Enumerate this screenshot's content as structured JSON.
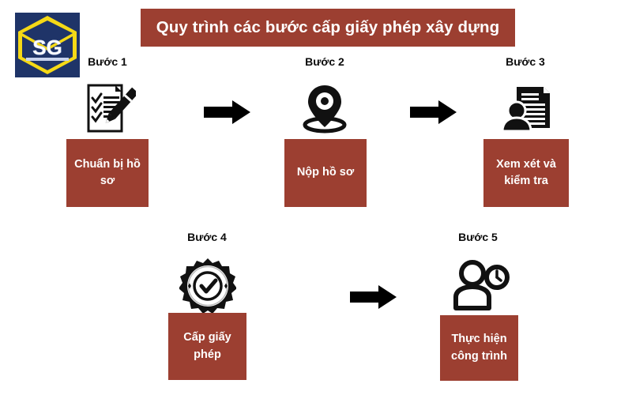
{
  "meta": {
    "background_color": "#ffffff",
    "accent_color": "#9c3f31",
    "arrow_color": "#000000",
    "label_color": "#0b0b0b",
    "box_text_color": "#ffffff"
  },
  "logo": {
    "name": "SG",
    "text": "SG",
    "background_color": "#1f3468",
    "shape_color": "#f5d916"
  },
  "header": {
    "title": "Quy trình các bước cấp giấy phép xây dựng"
  },
  "steps": [
    {
      "label": "Bước 1",
      "icon": "checklist-pencil-icon",
      "box_text": "Chuẩn bị hồ sơ"
    },
    {
      "label": "Bước 2",
      "icon": "location-pin-icon",
      "box_text": "Nộp hồ sơ"
    },
    {
      "label": "Bước 3",
      "icon": "document-review-person-icon",
      "box_text": "Xem xét và kiểm tra"
    },
    {
      "label": "Bước 4",
      "icon": "certificate-seal-check-icon",
      "box_text": "Cấp giấy phép"
    },
    {
      "label": "Bước 5",
      "icon": "person-clock-icon",
      "box_text": "Thực hiện công trình"
    }
  ],
  "arrows": [
    {
      "name": "arrow-step1-to-step2",
      "direction": "right"
    },
    {
      "name": "arrow-step2-to-step3",
      "direction": "right"
    },
    {
      "name": "arrow-step4-to-step5",
      "direction": "right"
    }
  ]
}
